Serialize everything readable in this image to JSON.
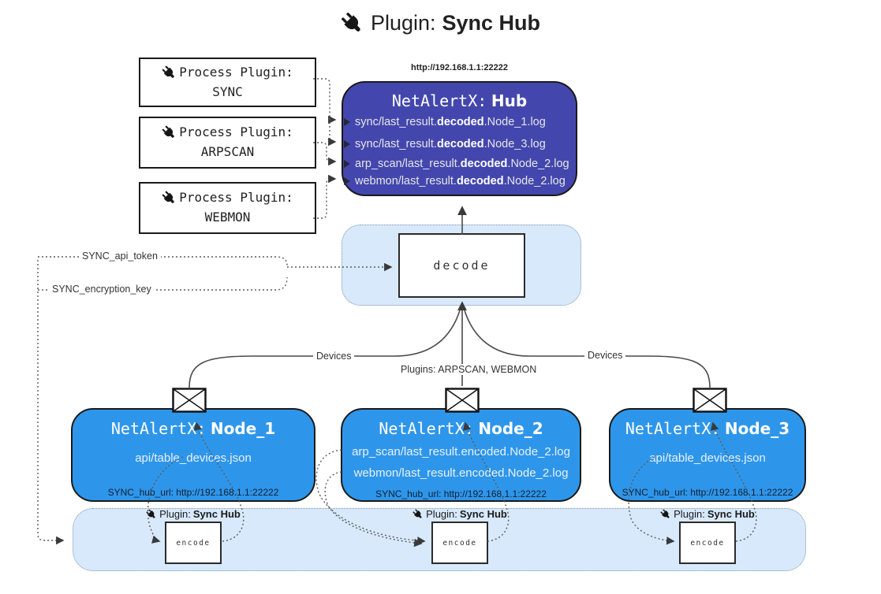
{
  "title": {
    "prefix": "Plugin:",
    "name": "Sync Hub"
  },
  "hub": {
    "url_label": "http://192.168.1.1:22222",
    "title_prefix": "NetAlertX:",
    "title_name": "Hub",
    "lines": [
      {
        "pre": "sync/last_result.",
        "bold": "decoded",
        "post": ".Node_1.log"
      },
      {
        "pre": "sync/last_result.",
        "bold": "decoded",
        "post": ".Node_3.log"
      },
      {
        "pre": "arp_scan/last_result.",
        "bold": "decoded",
        "post": ".Node_2.log"
      },
      {
        "pre": "webmon/last_result.",
        "bold": "decoded",
        "post": ".Node_2.log"
      }
    ]
  },
  "process_plugins": [
    {
      "label": "Process Plugin:",
      "name": "SYNC"
    },
    {
      "label": "Process Plugin:",
      "name": "ARPSCAN"
    },
    {
      "label": "Process Plugin:",
      "name": "WEBMON"
    }
  ],
  "decode": {
    "label": "decode"
  },
  "keys": {
    "api_token": "SYNC_api_token",
    "encryption_key": "SYNC_encryption_key"
  },
  "edges": {
    "devices_left": "Devices",
    "devices_right": "Devices",
    "plugins_label": "Plugins: ARPSCAN, WEBMON"
  },
  "nodes": [
    {
      "prefix": "NetAlertX:",
      "name": "Node_1",
      "files": [
        "api/table_devices.json"
      ],
      "hub_url": "SYNC_hub_url: http://192.168.1.1:22222"
    },
    {
      "prefix": "NetAlertX:",
      "name": "Node_2",
      "files": [
        "arp_scan/last_result.encoded.Node_2.log",
        "webmon/last_result.encoded.Node_2.log"
      ],
      "hub_url": "SYNC_hub_url: http://192.168.1.1:22222"
    },
    {
      "prefix": "NetAlertX:",
      "name": "Node_3",
      "files": [
        "api/table_devices.json"
      ],
      "hub_url": "SYNC_hub_url: http://192.168.1.1:22222"
    }
  ],
  "encoders": [
    {
      "plugin_prefix": "Plugin:",
      "plugin_name": "Sync Hub",
      "label": "encode"
    },
    {
      "plugin_prefix": "Plugin:",
      "plugin_name": "Sync Hub",
      "label": "encode"
    },
    {
      "plugin_prefix": "Plugin:",
      "plugin_name": "Sync Hub",
      "label": "encode"
    }
  ],
  "colors": {
    "hub_fill": "#4347ad",
    "node_fill": "#2e96ea",
    "panel_fill": "#d8e9fb",
    "panel_border": "#7f97ad",
    "box_border": "#1a1a1a",
    "line": "#4a4a4a",
    "text_light": "#e6e6e6",
    "text_dark": "#222222"
  }
}
